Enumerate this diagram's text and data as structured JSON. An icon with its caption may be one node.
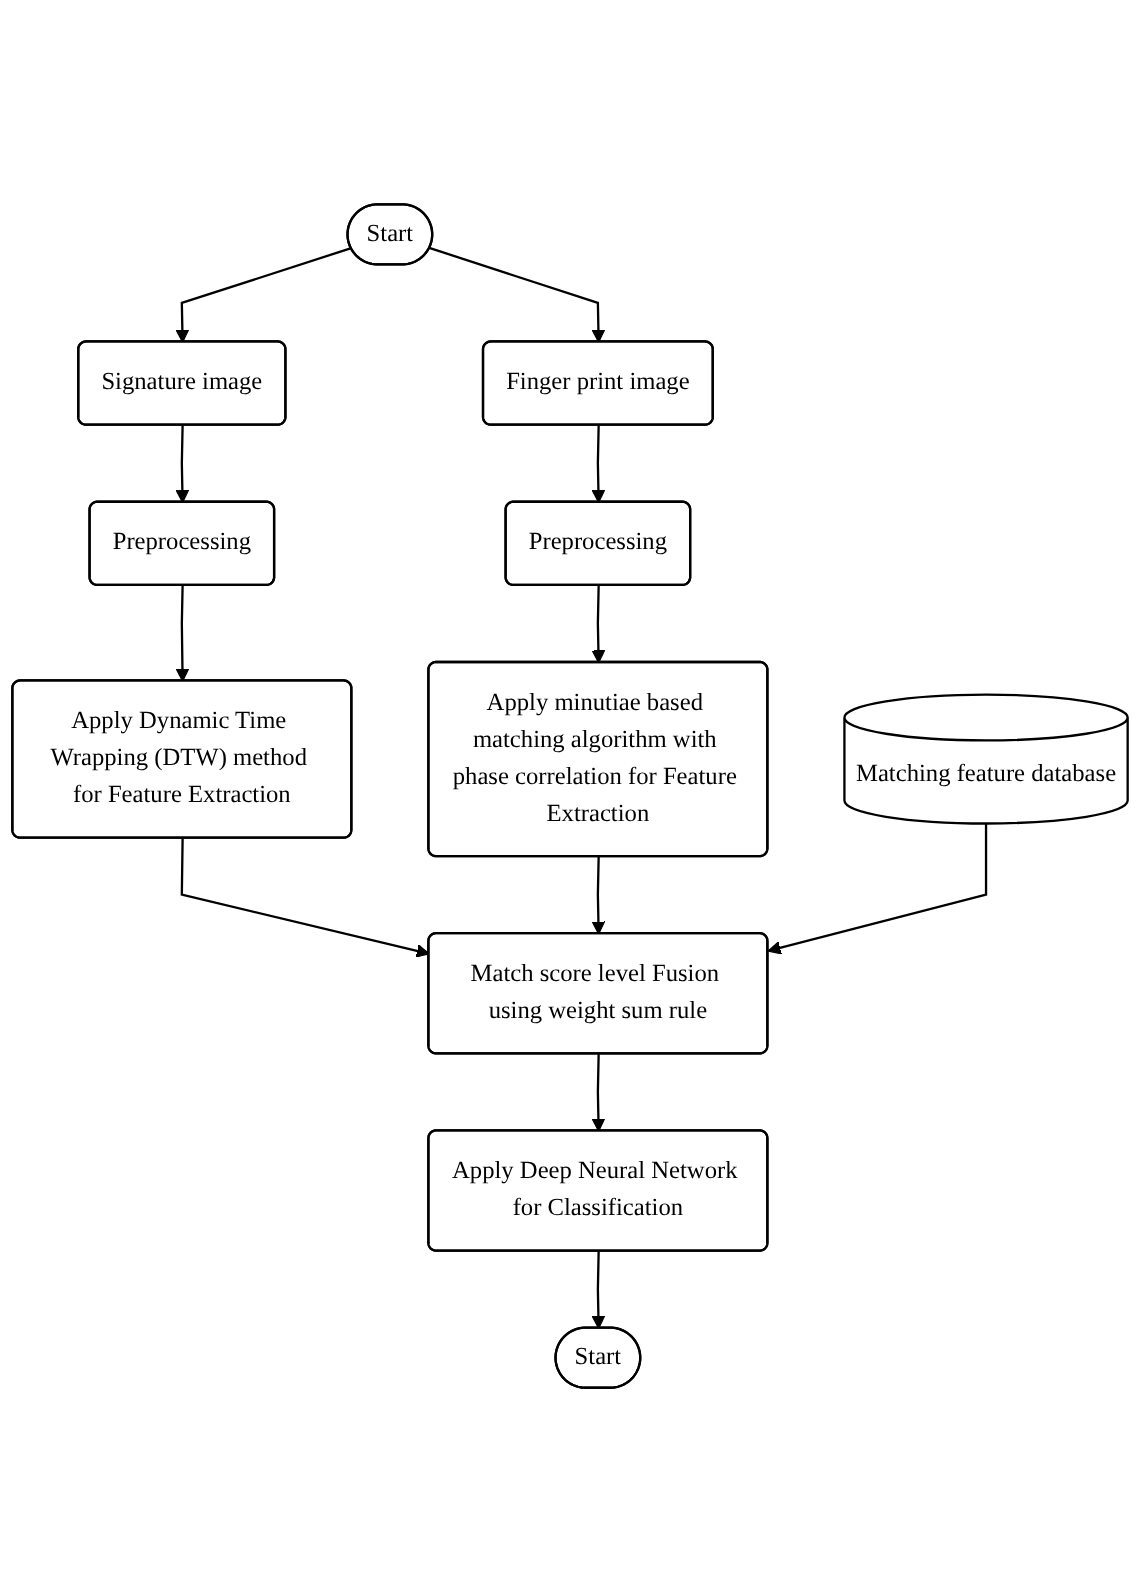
{
  "diagram": {
    "nodes": [
      {
        "text": [
          "Start"
        ]
      },
      {
        "text": [
          "Signature image"
        ]
      },
      {
        "text": [
          "Finger print image"
        ]
      },
      {
        "text": [
          "Preprocessing"
        ]
      },
      {
        "text": [
          "Preprocessing"
        ]
      },
      {
        "text": [
          "Apply Dynamic Time Wrapping (DTW) method for Feature Extraction"
        ]
      },
      {
        "text": [
          "Apply minutiae based matching algorithm with phase correlation for Feature Extraction"
        ]
      },
      {
        "text": [
          "Matching feature database"
        ]
      },
      {
        "text": [
          "Match score level Fusion using weight sum rule"
        ]
      },
      {
        "text": [
          "Apply Deep Neural Network for Classification"
        ]
      },
      {
        "text": [
          "Start"
        ]
      }
    ],
    "edges": [
      {
        "from": 0,
        "to": 1,
        "arrow": "to"
      },
      {
        "from": 0,
        "to": 2,
        "arrow": "to"
      },
      {
        "from": 1,
        "to": 3,
        "arrow": "to"
      },
      {
        "from": 2,
        "to": 4,
        "arrow": "to"
      },
      {
        "from": 3,
        "to": 5,
        "arrow": "to"
      },
      {
        "from": 4,
        "to": 6,
        "arrow": "to"
      },
      {
        "from": 5,
        "to": 8,
        "arrow": "to"
      },
      {
        "from": 6,
        "to": 8,
        "arrow": "to"
      },
      {
        "from": 7,
        "to": 8,
        "arrow": "to"
      },
      {
        "from": 8,
        "to": 9,
        "arrow": "to"
      },
      {
        "from": 9,
        "to": 10,
        "arrow": "to"
      }
    ]
  }
}
